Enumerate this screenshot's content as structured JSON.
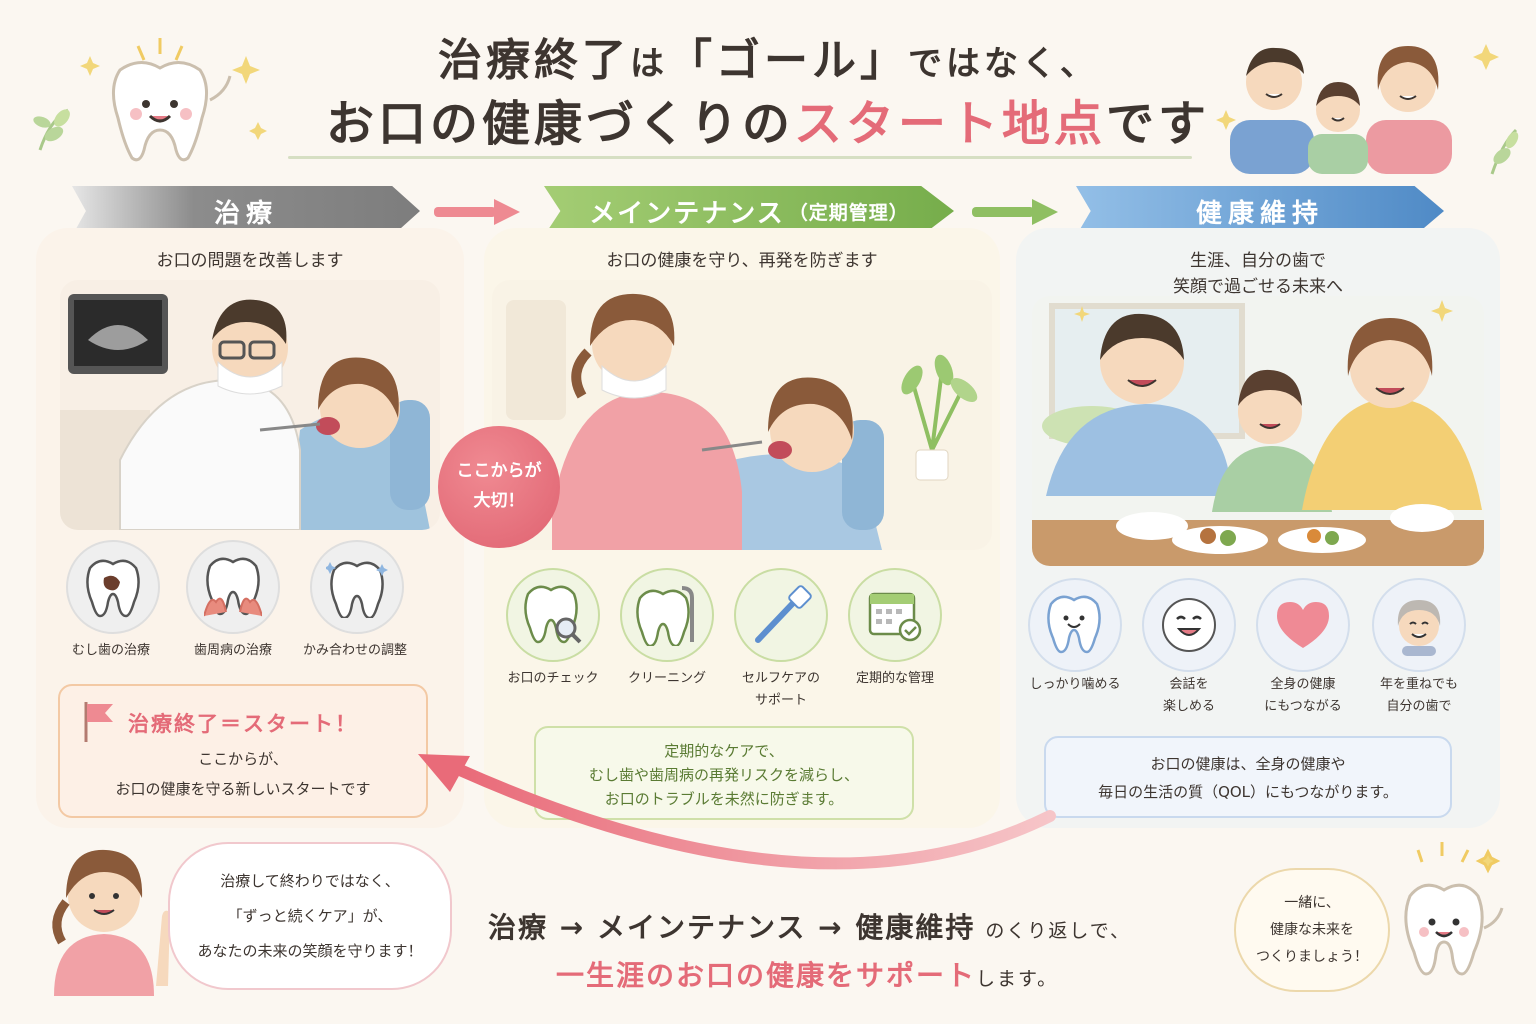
{
  "header": {
    "title_line1_a": "治療終了",
    "title_line1_b": "は",
    "title_line1_c": "「ゴール」",
    "title_line1_d": "ではなく、",
    "title_line2_a": "お口の健康づくりの",
    "title_line2_b": "スタート地点",
    "title_line2_c": "です"
  },
  "stages": {
    "treatment": {
      "label": "治療",
      "caption": "お口の問題を改善します",
      "items": [
        "むし歯の治療",
        "歯周病の治療",
        "かみ合わせの調整"
      ]
    },
    "maintenance": {
      "label": "メインテナンス",
      "sub": "（定期管理）",
      "caption": "お口の健康を守り、再発を防ぎます",
      "items": [
        "お口のチェック",
        "クリーニング",
        "セルフケアの",
        "サポート",
        "定期的な管理"
      ]
    },
    "health": {
      "label": "健康維持",
      "caption_line1": "生涯、自分の歯で",
      "caption_line2": "笑顔で過ごせる未来へ",
      "items": [
        [
          "しっかり噛める"
        ],
        [
          "会話を",
          "楽しめる"
        ],
        [
          "全身の健康",
          "にもつながる"
        ],
        [
          "年を重ねでも",
          "自分の歯で"
        ]
      ]
    }
  },
  "badge": {
    "line1": "ここからが",
    "line2": "大切！"
  },
  "start_box": {
    "head": "治療終了＝スタート！",
    "line1": "ここからが、",
    "line2": "お口の健康を守る新しいスタートです"
  },
  "care_box": {
    "line1": "定期的なケアで、",
    "line2": "むし歯や歯周病の再発リスクを減らし、",
    "line3": "お口のトラブルを未然に防ぎます。"
  },
  "qol_box": {
    "line1": "お口の健康は、全身の健康や",
    "line2": "毎日の生活の質（QOL）にもつながります。"
  },
  "bubble_left": {
    "line1": "治療して終わりではなく、",
    "line2": "「ずっと続くケア」が、",
    "line3": "あなたの未来の笑顔を守ります！"
  },
  "bubble_right": {
    "line1": "一緒に、",
    "line2": "健康な未来を",
    "line3": "つくりましょう！"
  },
  "summary": {
    "line1_main": "治療 → メインテナンス → 健康維持",
    "line1_tail": "のくり返しで、",
    "line2_main": "一生涯のお口の健康をサポート",
    "line2_tail": "します。"
  },
  "colors": {
    "accent_pink": "#e46b78",
    "green": "#76ad4b",
    "blue": "#4f8ac6",
    "gray": "#7d7d7d"
  }
}
